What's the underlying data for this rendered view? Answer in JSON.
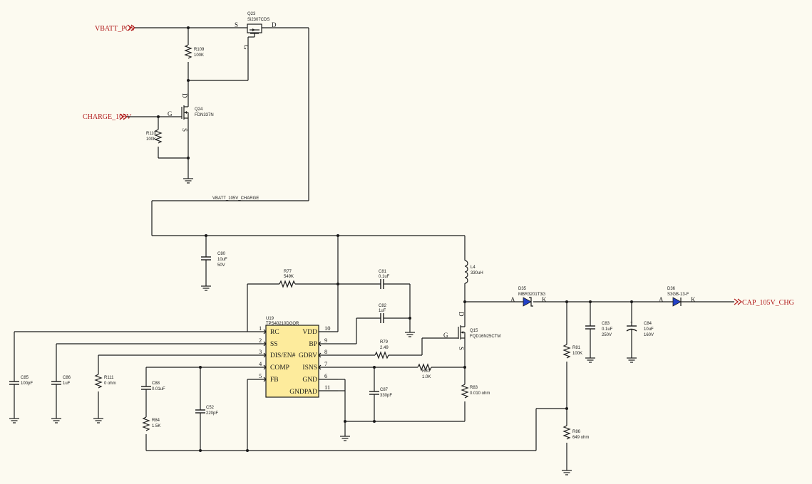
{
  "ports": {
    "vbatt_pos": "VBATT_POS",
    "charge_105v": "CHARGE_105V",
    "cap_105v_chg": "CAP_105V_CHG"
  },
  "net_labels": {
    "vbatt_105v_charge": "VBATT_105V_CHARGE"
  },
  "ic": {
    "ref": "U19",
    "part": "TPS40210DGQR",
    "left_pins": [
      {
        "num": "1",
        "name": "RC"
      },
      {
        "num": "2",
        "name": "SS"
      },
      {
        "num": "3",
        "name": "DIS/EN#"
      },
      {
        "num": "4",
        "name": "COMP"
      },
      {
        "num": "5",
        "name": "FB"
      }
    ],
    "right_pins": [
      {
        "num": "10",
        "name": "VDD"
      },
      {
        "num": "9",
        "name": "BP"
      },
      {
        "num": "8",
        "name": "GDRV"
      },
      {
        "num": "7",
        "name": "ISNS"
      },
      {
        "num": "6",
        "name": "GND"
      },
      {
        "num": "11",
        "name": "GNDPAD"
      }
    ]
  },
  "components": {
    "q23": {
      "ref": "Q23",
      "value": "Si2307CDS",
      "pin_s": "S",
      "pin_d": "D",
      "pin_g": "G"
    },
    "q24": {
      "ref": "Q24",
      "value": "FDN337N",
      "pin_d": "D",
      "pin_g": "G",
      "pin_s": "S"
    },
    "q15": {
      "ref": "Q15",
      "value": "FQD16N25CTM",
      "pin_d": "D",
      "pin_g": "G",
      "pin_s": "S"
    },
    "r109": {
      "ref": "R109",
      "value": "100K"
    },
    "r110": {
      "ref": "R110",
      "value": "100K"
    },
    "c80": {
      "ref": "C80",
      "value": "10uF",
      "rating": "50V"
    },
    "r77": {
      "ref": "R77",
      "value": "549K"
    },
    "c81": {
      "ref": "C81",
      "value": "0.1uF"
    },
    "c82": {
      "ref": "C82",
      "value": "1uF"
    },
    "l4": {
      "ref": "L4",
      "value": "330uH"
    },
    "d35": {
      "ref": "D35",
      "value": "MBR3201T3G",
      "pin_a": "A",
      "pin_k": "K"
    },
    "d36": {
      "ref": "D36",
      "value": "S3GB-13-F",
      "pin_a": "A",
      "pin_k": "K"
    },
    "c83": {
      "ref": "C83",
      "value": "0.1uF",
      "rating": "250V"
    },
    "c84": {
      "ref": "C84",
      "value": "10uF",
      "rating": "160V"
    },
    "r81": {
      "ref": "R81",
      "value": "100K"
    },
    "r86": {
      "ref": "R86",
      "value": "649 ohm"
    },
    "r79": {
      "ref": "R79",
      "value": "2.49"
    },
    "r80": {
      "ref": "R80",
      "value": "1.0K"
    },
    "r83": {
      "ref": "R83",
      "value": "0.010 ohm"
    },
    "c87": {
      "ref": "C87",
      "value": "330pF"
    },
    "c85": {
      "ref": "C85",
      "value": "100pF"
    },
    "c86": {
      "ref": "C86",
      "value": "1uF"
    },
    "r111": {
      "ref": "R111",
      "value": "0 ohm"
    },
    "c88": {
      "ref": "C88",
      "value": "0.01uF"
    },
    "r84": {
      "ref": "R84",
      "value": "1.5K"
    },
    "c52": {
      "ref": "C52",
      "value": "220pF"
    }
  },
  "colors": {
    "background": "#fcfaf0",
    "wire": "#1a1a1a",
    "port": "#b01818",
    "ic_fill": "#fdeb9c",
    "diode_fill": "#2341c8"
  }
}
